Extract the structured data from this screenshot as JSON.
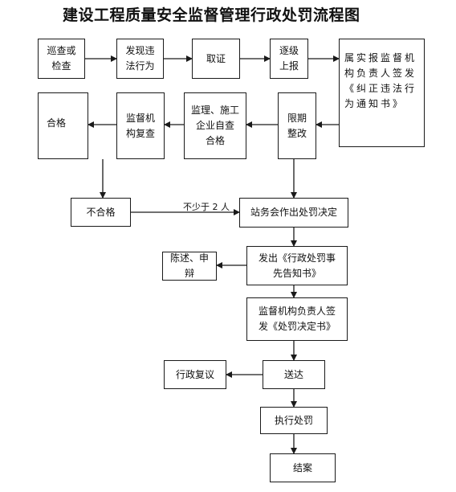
{
  "title": "建设工程质量安全监督管理行政处罚流程图",
  "nodes": {
    "patrol": "巡查或\n检查",
    "discover": "发现违\n法行为",
    "evidence": "取证",
    "report_up": "逐级\n上报",
    "belong_report": "属实报监督机\n构负责人签发\n《纠正违法行\n为通知书》",
    "pass": "合格",
    "recheck": "监督机\n构复查",
    "self_check": "监理、施工\n企业自查\n合格",
    "rectify": "限期\n整改",
    "fail": "不合格",
    "station_decision": "站务会作出处罚决定",
    "issue_notice": "发出《行政处罚事\n先告知书》",
    "statement": "陈述、申辩",
    "sign_decision": "监督机构负责人签\n发《处罚决定书》",
    "review": "行政复议",
    "deliver": "送达",
    "execute": "执行处罚",
    "close": "结案"
  },
  "edge_labels": {
    "fail_to_decision": "不少于 2 人"
  }
}
